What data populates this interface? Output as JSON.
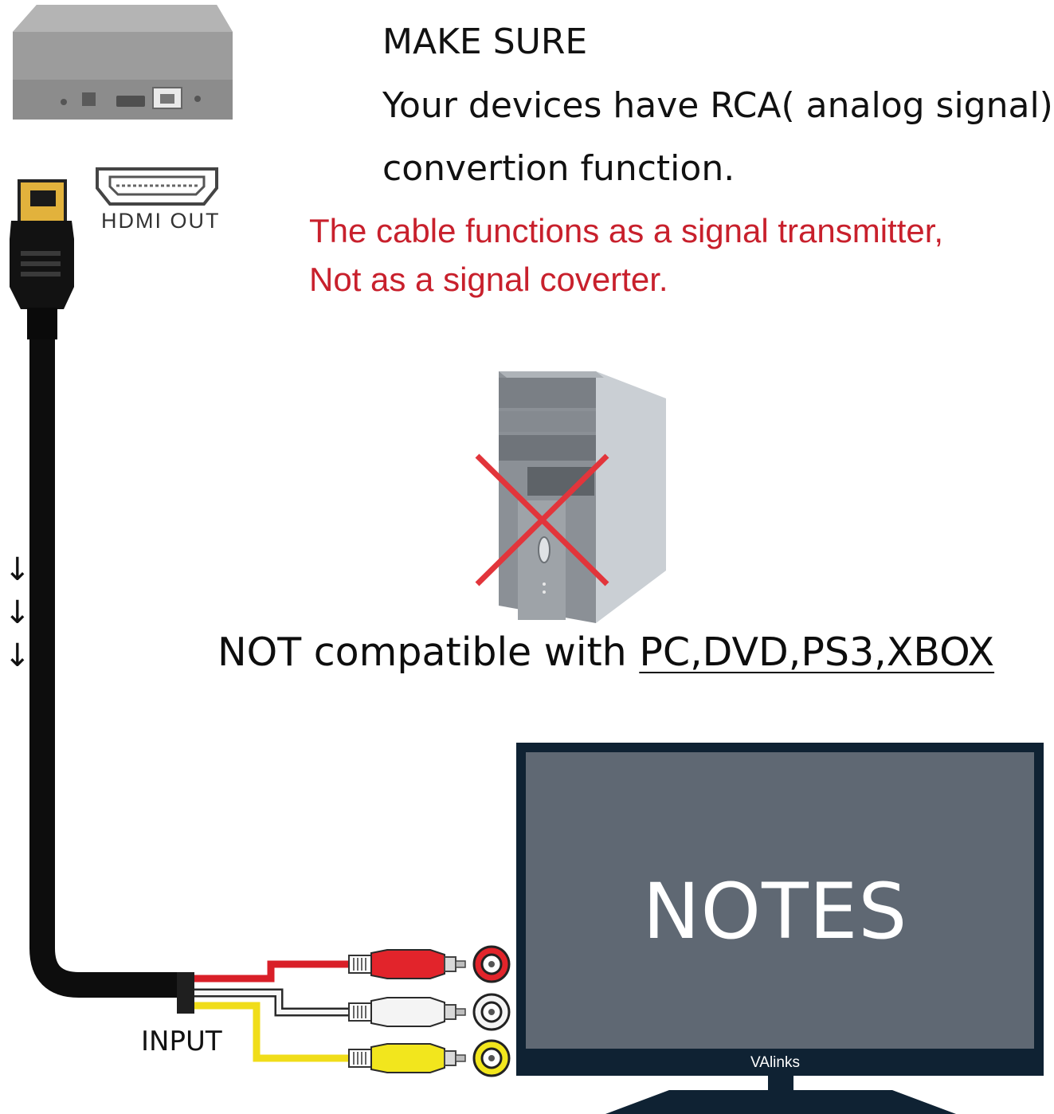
{
  "header": {
    "title": "MAKE SURE",
    "lines": [
      "Your devices have RCA( analog signal)",
      "convertion function."
    ]
  },
  "warning": {
    "lines": [
      "The cable functions as a signal transmitter,",
      "Not as a signal coverter."
    ],
    "color": "#c8202c"
  },
  "source": {
    "port_label": "HDMI OUT"
  },
  "compatibility": {
    "prefix": "NOT compatible with ",
    "devices": "PC,DVD,PS3,XBOX"
  },
  "flow": {
    "arrows": [
      "↓",
      "↓",
      "↓"
    ]
  },
  "cable": {
    "input_label": "INPUT",
    "plug_colors": [
      "#e2242b",
      "#f4f4f4",
      "#f2e61d"
    ]
  },
  "tv": {
    "screen_title": "NOTES",
    "brand": "VAlinks",
    "screen_color": "#5f6873"
  },
  "icons": [
    "tv-box-icon",
    "hdmi-plug-icon",
    "hdmi-port-icon",
    "pc-tower-icon",
    "cross-mark-icon",
    "rca-plug-icon",
    "rca-jack-icon",
    "television-icon"
  ]
}
